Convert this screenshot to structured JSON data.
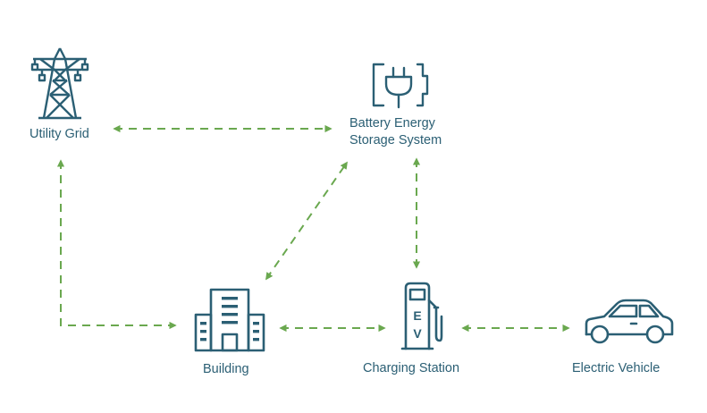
{
  "nodes": {
    "utility_grid": {
      "label": "Utility Grid",
      "icon": "transmission-tower-icon"
    },
    "battery": {
      "label_line1": "Battery Energy",
      "label_line2": "Storage System",
      "icon": "battery-plug-icon"
    },
    "building": {
      "label": "Building",
      "icon": "building-icon"
    },
    "charging_station": {
      "label": "Charging Station",
      "icon": "ev-charger-icon",
      "glyph_top": "E",
      "glyph_bottom": "V"
    },
    "electric_vehicle": {
      "label": "Electric Vehicle",
      "icon": "car-icon"
    }
  },
  "connections": [
    {
      "from": "utility_grid",
      "to": "battery",
      "direction": "bidirectional"
    },
    {
      "from": "utility_grid",
      "to": "building",
      "direction": "bidirectional"
    },
    {
      "from": "building",
      "to": "battery",
      "direction": "bidirectional"
    },
    {
      "from": "battery",
      "to": "charging_station",
      "direction": "bidirectional"
    },
    {
      "from": "building",
      "to": "charging_station",
      "direction": "bidirectional"
    },
    {
      "from": "charging_station",
      "to": "electric_vehicle",
      "direction": "bidirectional"
    }
  ],
  "colors": {
    "icon": "#2b5f74",
    "text": "#2b5f74",
    "arrow": "#6aa84f"
  }
}
